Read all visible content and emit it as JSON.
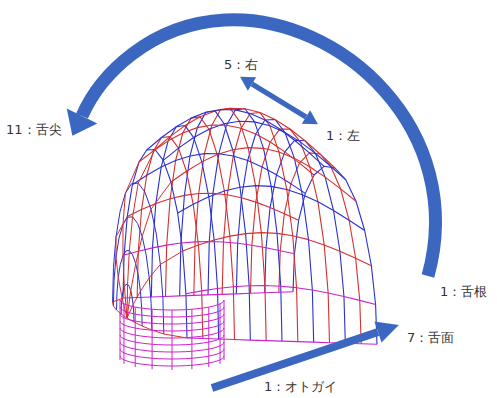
{
  "diagram": {
    "labels": [
      "5：右",
      "1：左",
      "11：舌尖",
      "1：舌根",
      "7：舌面",
      "1：オトガイ"
    ]
  }
}
